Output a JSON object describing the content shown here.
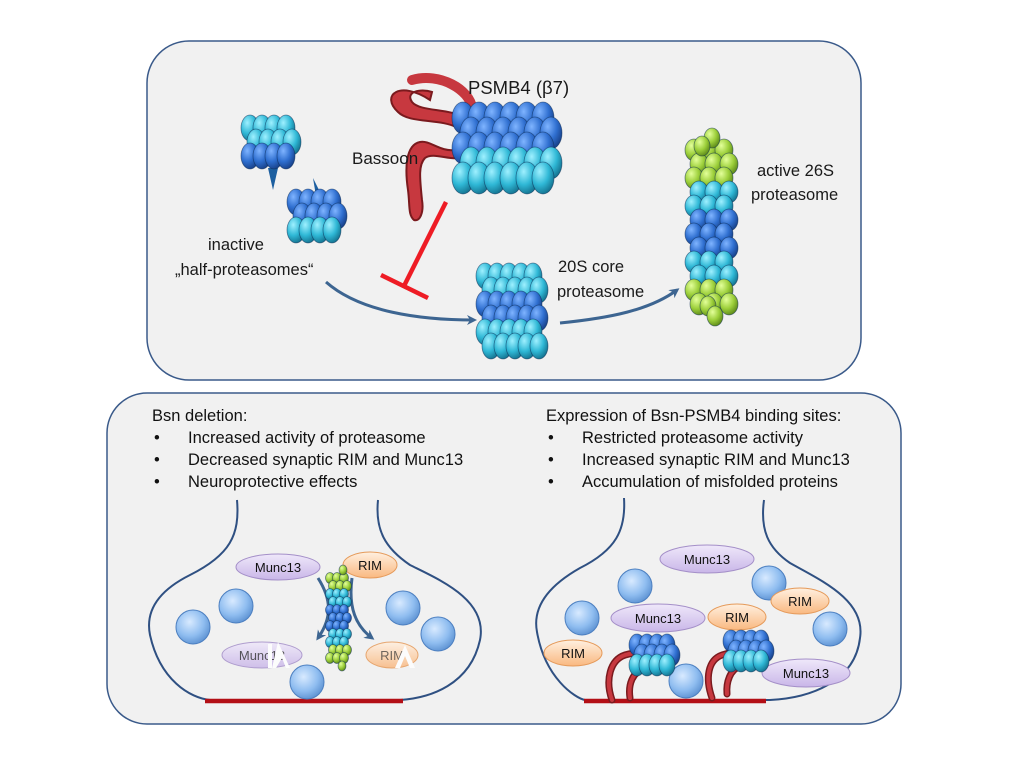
{
  "top_panel": {
    "psmb4_label": "PSMB4 (β7)",
    "bassoon_label": "Bassoon",
    "inactive_line1": "inactive",
    "inactive_line2": "„half-proteasomes“",
    "core_line1": "20S core",
    "core_line2": "proteasome",
    "active_line1": "active 26S",
    "active_line2": "proteasome"
  },
  "left_panel": {
    "heading": "Bsn deletion:",
    "bullets": [
      "Increased activity of proteasome",
      "Decreased synaptic RIM and Munc13",
      "Neuroprotective effects"
    ],
    "munc13_label": "Munc13",
    "rim_label": "RIM",
    "munc13_faded_label": "Munc13",
    "rim_faded_label": "RIM"
  },
  "right_panel": {
    "heading": "Expression of Bsn-PSMB4 binding sites:",
    "bullets": [
      "Restricted proteasome activity",
      "Increased synaptic RIM and Munc13",
      "Accumulation of misfolded proteins"
    ],
    "munc13_top_label": "Munc13",
    "munc13_mid_label": "Munc13",
    "munc13_bottom_label": "Munc13",
    "rim_mid_label": "RIM",
    "rim_right_label": "RIM",
    "rim_left_label": "RIM"
  },
  "colors": {
    "panel_fill": "#f1f1f1",
    "panel_stroke": "#3a5a8a",
    "arrow_blue": "#3d6591",
    "inhibition_red": "#ee1c25",
    "bassoon_red": "#c7383f",
    "proteasome_blue": "#2f6fd0",
    "proteasome_cyan": "#2fb8d6",
    "cap_green": "#9ccf3a",
    "vesicle_blue": "#7fb0ea",
    "munc13_purple": "#d9ccee",
    "rim_orange": "#fcd0a8",
    "synapse_red": "#b30f16"
  }
}
